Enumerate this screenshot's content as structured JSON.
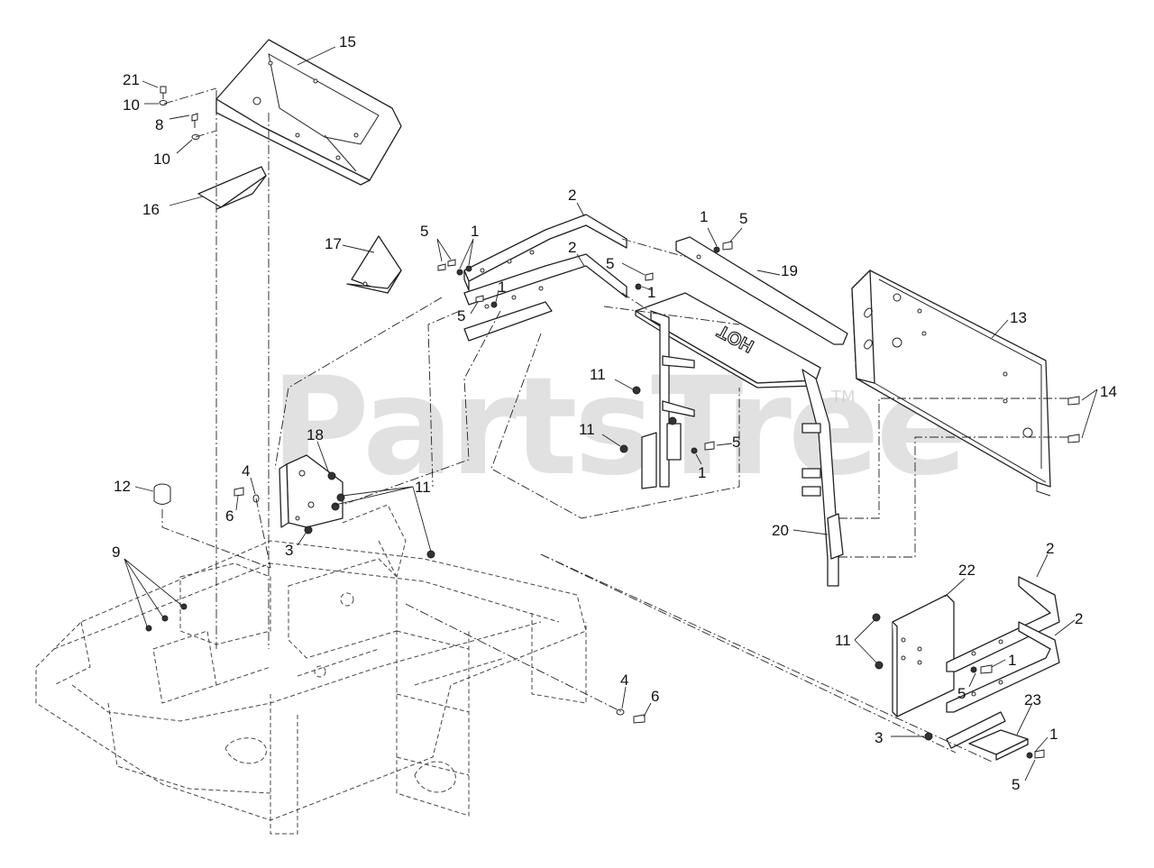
{
  "watermark": {
    "text": "PartsTree",
    "tm": "TM"
  },
  "callouts": [
    "15",
    "21",
    "10",
    "8",
    "10",
    "16",
    "17",
    "5",
    "1",
    "2",
    "2",
    "5",
    "1",
    "5",
    "1",
    "1",
    "5",
    "19",
    "13",
    "11",
    "11",
    "5",
    "1",
    "14",
    "18",
    "11",
    "12",
    "4",
    "6",
    "3",
    "9",
    "20",
    "22",
    "2",
    "2",
    "11",
    "1",
    "5",
    "3",
    "23",
    "1",
    "5",
    "4",
    "6"
  ],
  "stamp_text": "HOT"
}
